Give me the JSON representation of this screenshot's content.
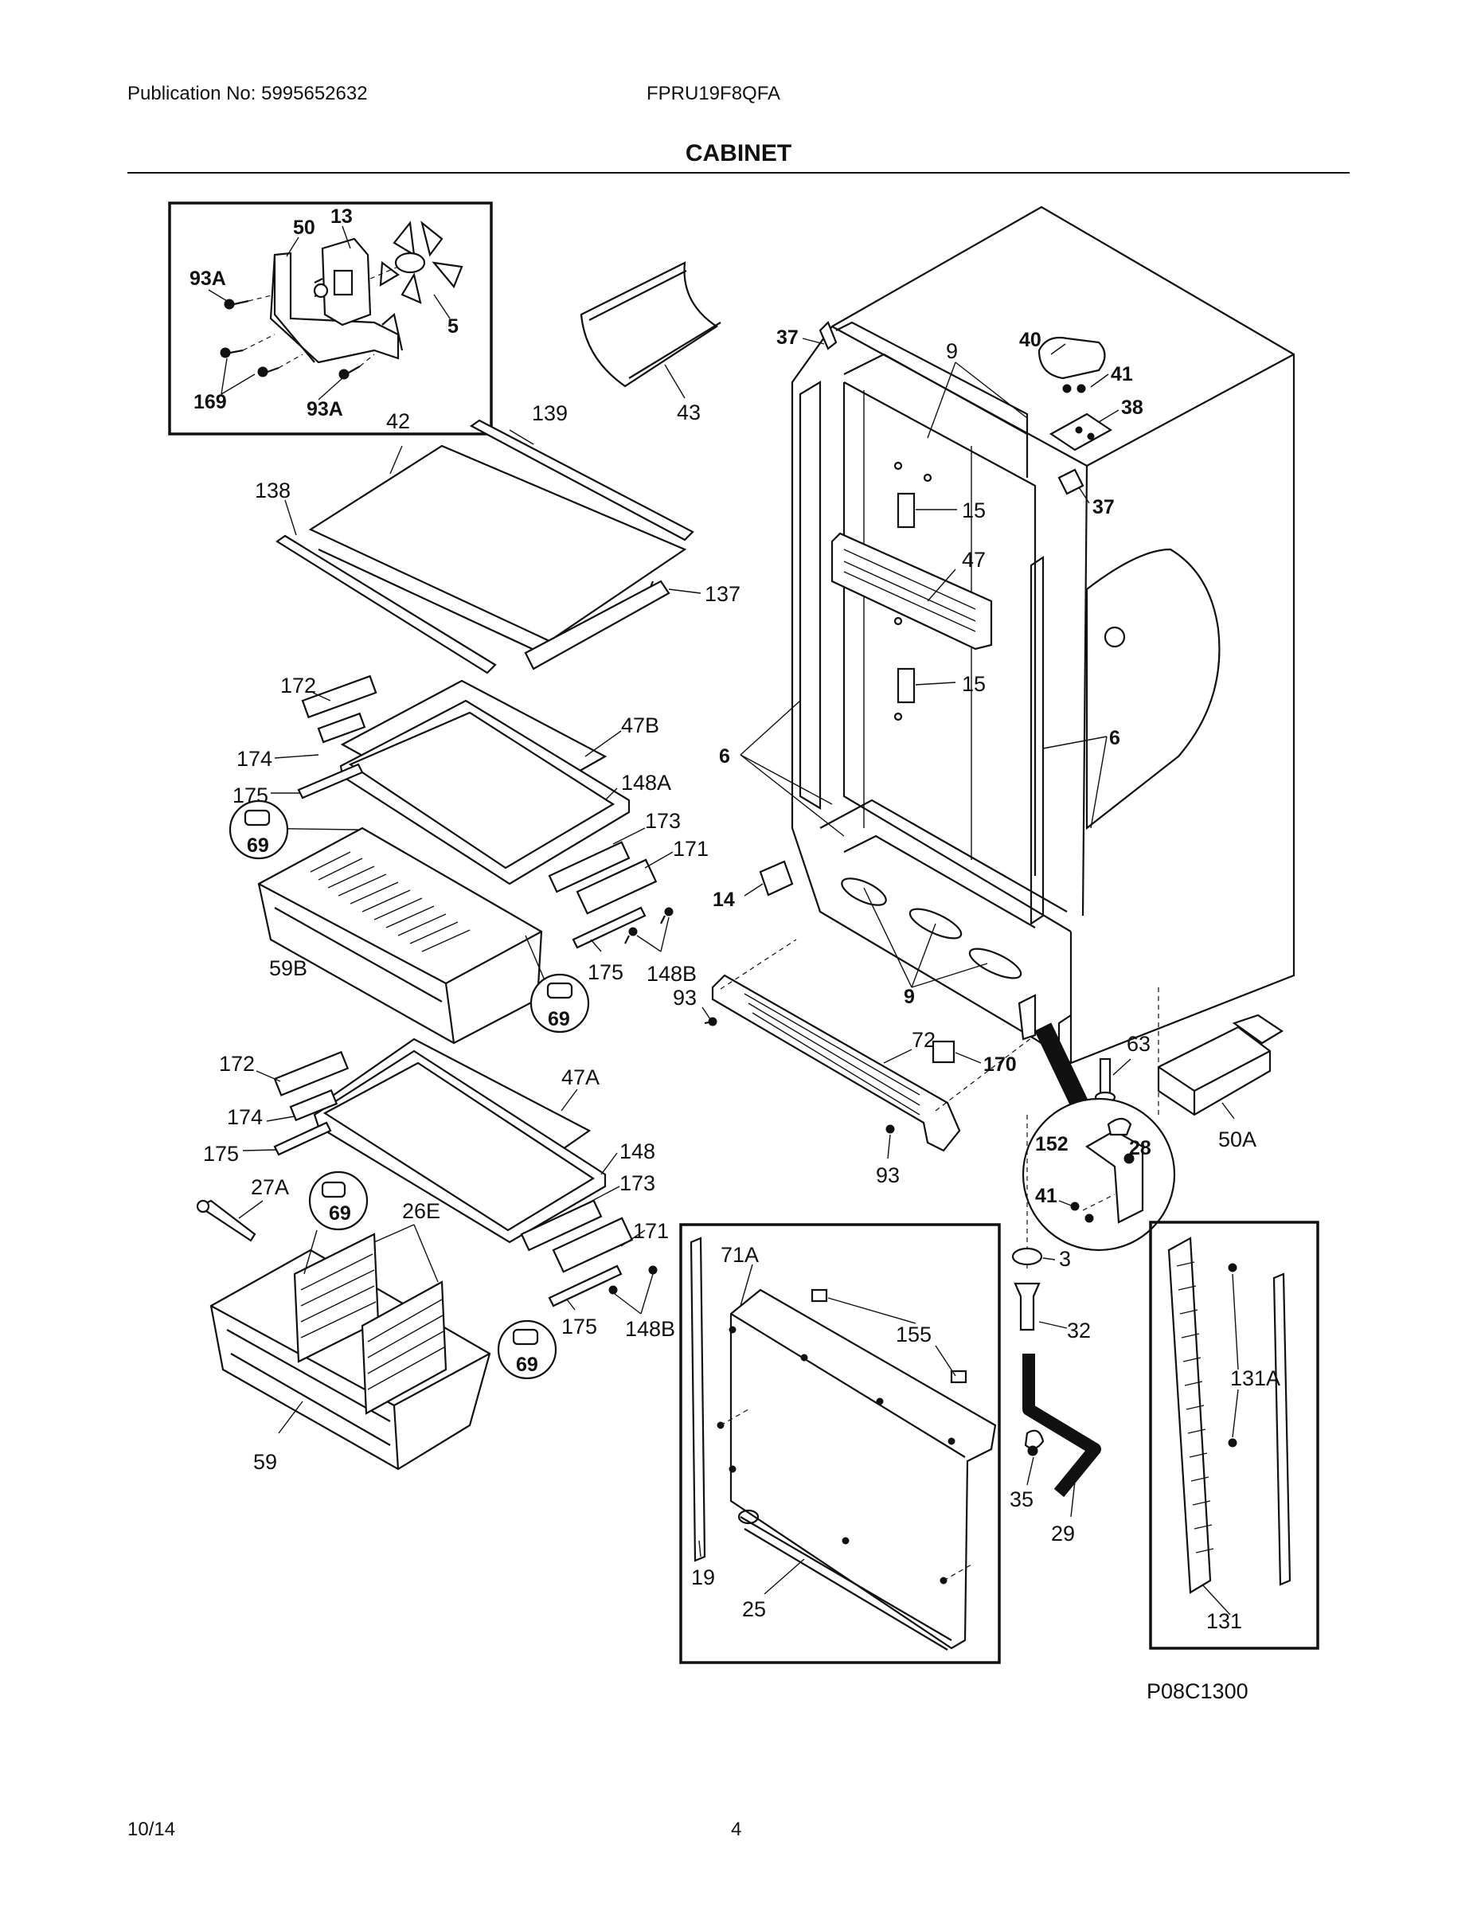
{
  "header": {
    "publication": "Publication No: 5995652632",
    "model": "FPRU19F8QFA",
    "section_title": "CABINET"
  },
  "footer": {
    "date": "10/14",
    "page": "4"
  },
  "diagram_id": "P08C1300",
  "part_labels": {
    "p50": "50",
    "p13": "13",
    "p93A_1": "93A",
    "p5": "5",
    "p169": "169",
    "p93A_2": "93A",
    "p43": "43",
    "p42": "42",
    "p139": "139",
    "p138": "138",
    "p137": "137",
    "p172_1": "172",
    "p174_1": "174",
    "p175_1": "175",
    "p47B": "47B",
    "p148A": "148A",
    "p69_1": "69",
    "p173_1": "173",
    "p171_1": "171",
    "p175_2": "175",
    "p148B_1": "148B",
    "p59B": "59B",
    "p69_2": "69",
    "p172_2": "172",
    "p174_2": "174",
    "p175_3": "175",
    "p47A": "47A",
    "p148": "148",
    "p173_2": "173",
    "p27A": "27A",
    "p69_3": "69",
    "p26E": "26E",
    "p171_2": "171",
    "p175_4": "175",
    "p148B_2": "148B",
    "p69_4": "69",
    "p59": "59",
    "p37_1": "37",
    "p9_1": "9",
    "p40": "40",
    "p41_1": "41",
    "p38": "38",
    "p37_2": "37",
    "p15_1": "15",
    "p47": "47",
    "p15_2": "15",
    "p6_1": "6",
    "p6_2": "6",
    "p14": "14",
    "p9_2": "9",
    "p93_1": "93",
    "p72": "72",
    "p170": "170",
    "p93_2": "93",
    "p63": "63",
    "p50A": "50A",
    "p152": "152",
    "p28": "28",
    "p41_2": "41",
    "p3": "3",
    "p32": "32",
    "p35": "35",
    "p29": "29",
    "p71A": "71A",
    "p155": "155",
    "p19": "19",
    "p25": "25",
    "p131A": "131A",
    "p131": "131"
  }
}
